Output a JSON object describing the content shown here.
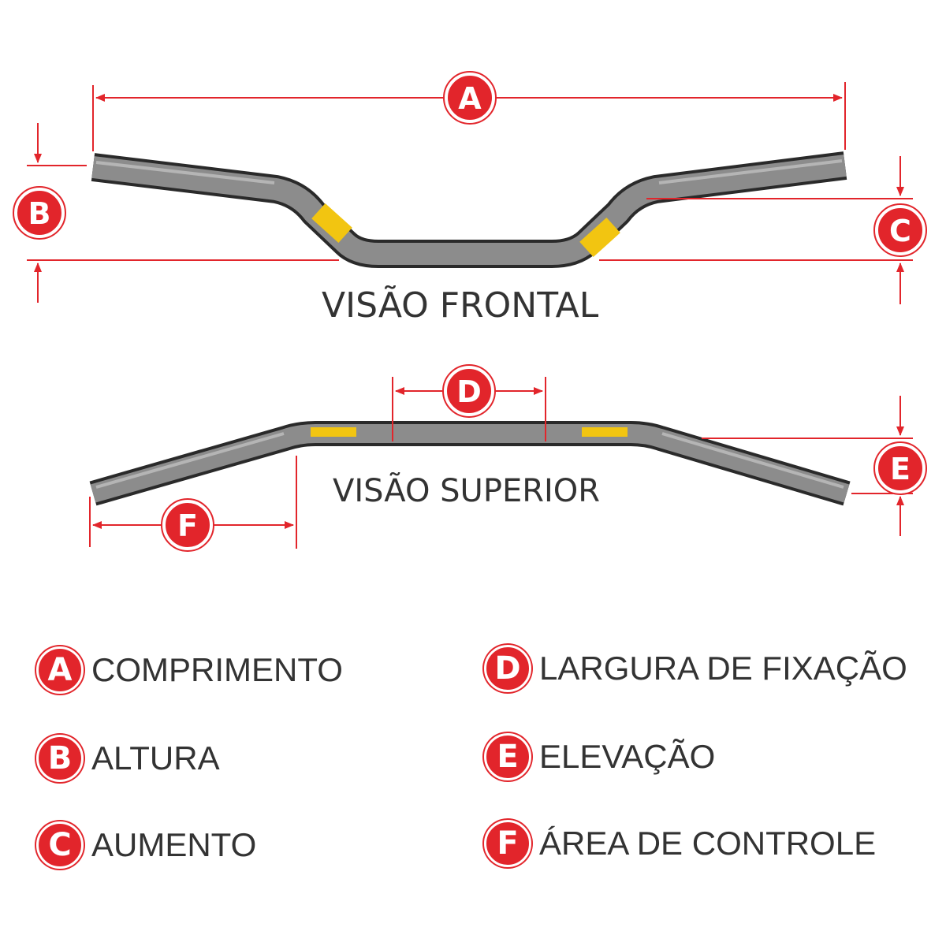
{
  "colors": {
    "accent": "#e2252b",
    "bar": "#8c8c8c",
    "text": "#333333",
    "decal": "#f2c511"
  },
  "views": {
    "front": {
      "title": "VISÃO FRONTAL"
    },
    "top": {
      "title": "VISÃO SUPERIOR"
    }
  },
  "markers": {
    "a": "A",
    "b": "B",
    "c": "C",
    "d": "D",
    "e": "E",
    "f": "F"
  },
  "legend": [
    {
      "letter": "A",
      "label": "COMPRIMENTO"
    },
    {
      "letter": "B",
      "label": "ALTURA"
    },
    {
      "letter": "C",
      "label": "AUMENTO"
    },
    {
      "letter": "D",
      "label": "LARGURA DE FIXAÇÃO"
    },
    {
      "letter": "E",
      "label": "ELEVAÇÃO"
    },
    {
      "letter": "F",
      "label": "ÁREA DE CONTROLE"
    }
  ]
}
